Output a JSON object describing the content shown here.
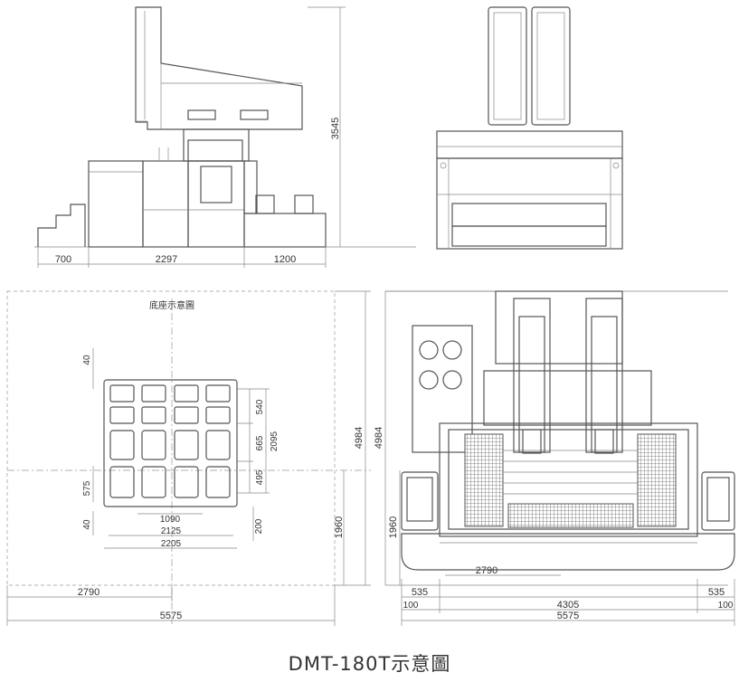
{
  "caption": "DMT-180T示意圖",
  "side_view": {
    "height_dim": "3545",
    "width_dims": [
      "700",
      "2297",
      "1200"
    ]
  },
  "front_view": {},
  "foundation_plan": {
    "title": "底座示意圖",
    "dims": {
      "top_gap": "40",
      "row_a": "540",
      "row_b": "665",
      "row_c": "495",
      "total_v": "2095",
      "left_575": "575",
      "bottom_gap": "40",
      "right_200": "200",
      "inner_w": "1090",
      "mid_w": "2125",
      "outer_w": "2205",
      "offset": "2790",
      "total_w": "5575",
      "total_h": "4984",
      "h_1960": "1960"
    }
  },
  "top_view": {
    "dims": {
      "total_h": "4984",
      "h_1960": "1960",
      "offset": "2790",
      "left_535": "535",
      "center_4305": "4305",
      "right_535": "535",
      "left_100": "100",
      "right_100": "100",
      "total_w": "5575"
    }
  }
}
